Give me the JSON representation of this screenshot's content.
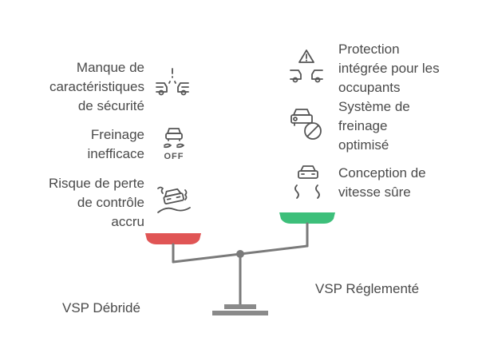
{
  "left": {
    "label": "VSP Débridé",
    "color": "#e05555",
    "items": [
      {
        "lines": [
          "Manque de",
          "caractéristiques",
          "de sécurité"
        ],
        "icon": "cars-crash-warning-icon"
      },
      {
        "lines": [
          "Freinage",
          "inefficace"
        ],
        "icon": "car-brake-off-icon"
      },
      {
        "lines": [
          "Risque de perte",
          "de contrôle",
          "accru"
        ],
        "icon": "car-skid-icon"
      }
    ]
  },
  "right": {
    "label": "VSP Réglementé",
    "color": "#3dbf7a",
    "items": [
      {
        "lines": [
          "Protection",
          "intégrée pour les",
          "occupants"
        ],
        "icon": "cars-warning-triangle-icon"
      },
      {
        "lines": [
          "Système de",
          "freinage",
          "optimisé"
        ],
        "icon": "car-no-entry-icon"
      },
      {
        "lines": [
          "Conception de",
          "vitesse sûre"
        ],
        "icon": "car-safe-road-icon"
      }
    ]
  },
  "colors": {
    "beam": "#7a7a7a",
    "base": "#8a8a8a",
    "text": "#4a4a4a"
  }
}
